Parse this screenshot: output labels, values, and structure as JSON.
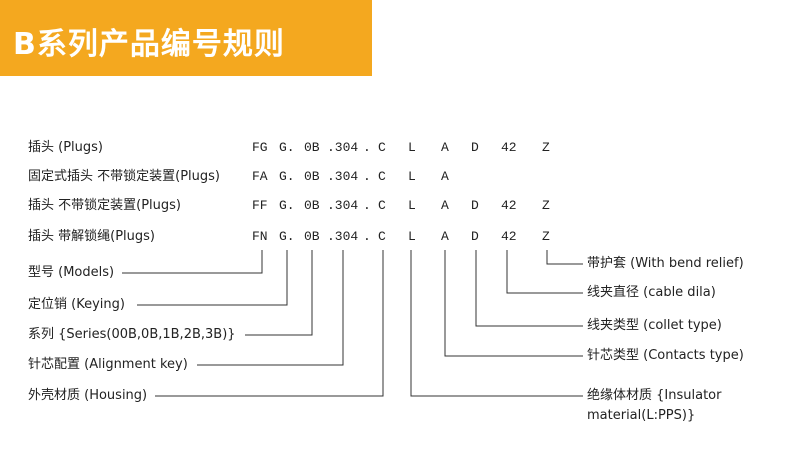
{
  "title": "B系列产品编号规则",
  "rows": [
    {
      "label": "插头 (Plugs)",
      "code": [
        "FG",
        "G.",
        "0B",
        ".304",
        ".",
        "C",
        "L",
        "A",
        "D",
        "42",
        "Z"
      ]
    },
    {
      "label": "固定式插头 不带锁定装置(Plugs)",
      "code": [
        "FA",
        "G.",
        "0B",
        ".304",
        ".",
        "C",
        "L",
        "A",
        "",
        "",
        ""
      ]
    },
    {
      "label": "插头 不带锁定装置(Plugs)",
      "code": [
        "FF",
        "G.",
        "0B",
        ".304",
        ".",
        "C",
        "L",
        "A",
        "D",
        "42",
        "Z"
      ]
    },
    {
      "label": "插头 带解锁绳(Plugs)",
      "code": [
        "FN",
        "G.",
        "0B",
        ".304",
        ".",
        "C",
        "L",
        "A",
        "D",
        "42",
        "Z"
      ]
    }
  ],
  "left_legend": [
    "型号 (Models)",
    "定位销 (Keying)",
    "系列 {Series(00B,0B,1B,2B,3B)}",
    "针芯配置 (Alignment key)",
    "外壳材质 (Housing)"
  ],
  "right_legend": [
    "带护套 (With bend relief)",
    "线夹直径 (cable dila)",
    "线夹类型 (collet type)",
    "针芯类型 (Contacts type)",
    "绝缘体材质 {Insulator",
    "material(L:PPS)}"
  ]
}
